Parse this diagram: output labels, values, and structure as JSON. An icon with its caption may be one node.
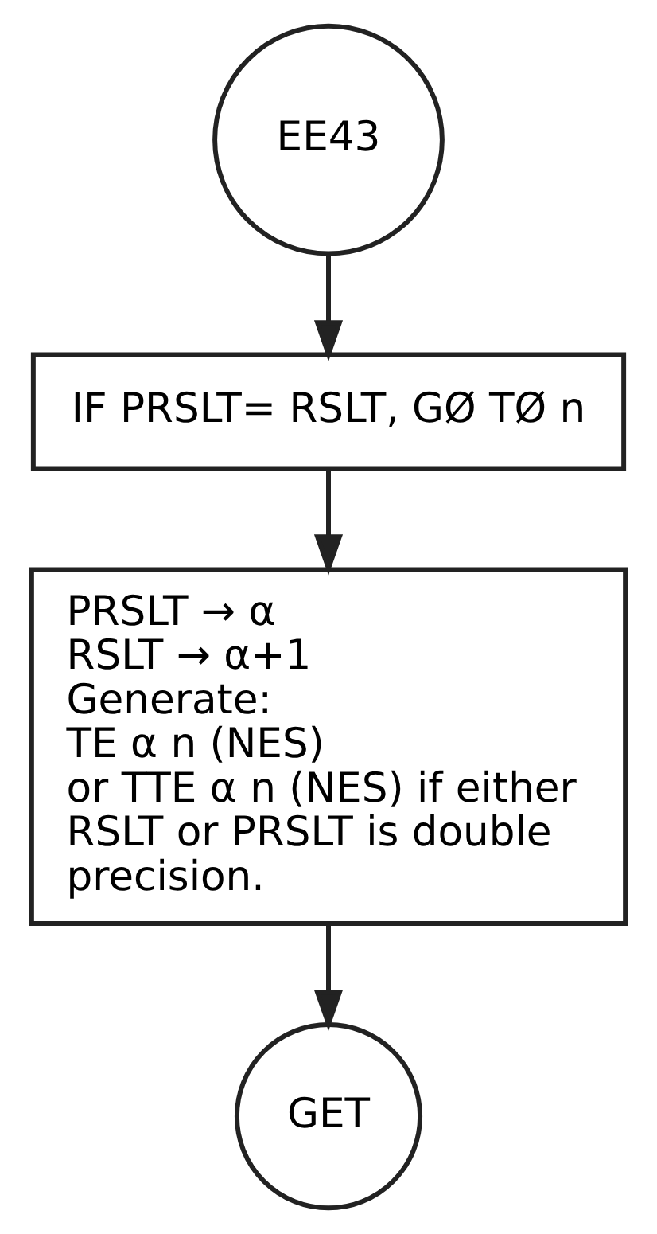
{
  "diagram": {
    "nodes": [
      {
        "text": [
          "EE43"
        ]
      },
      {
        "text": [
          "IF PRSLT= RSLT, GØ TØ n"
        ]
      },
      {
        "text": [
          "PRSLT → α",
          "RSLT → α+1",
          "Generate:",
          "TE α n (NES)",
          "or TTE α n (NES) if either RSLT or PRSLT is double precision."
        ]
      },
      {
        "text": [
          "GET"
        ]
      }
    ],
    "edges": [
      {
        "from": 0,
        "to": 1,
        "arrow": "to"
      },
      {
        "from": 1,
        "to": 2,
        "arrow": "to"
      },
      {
        "from": 2,
        "to": 3,
        "arrow": "to"
      }
    ]
  }
}
